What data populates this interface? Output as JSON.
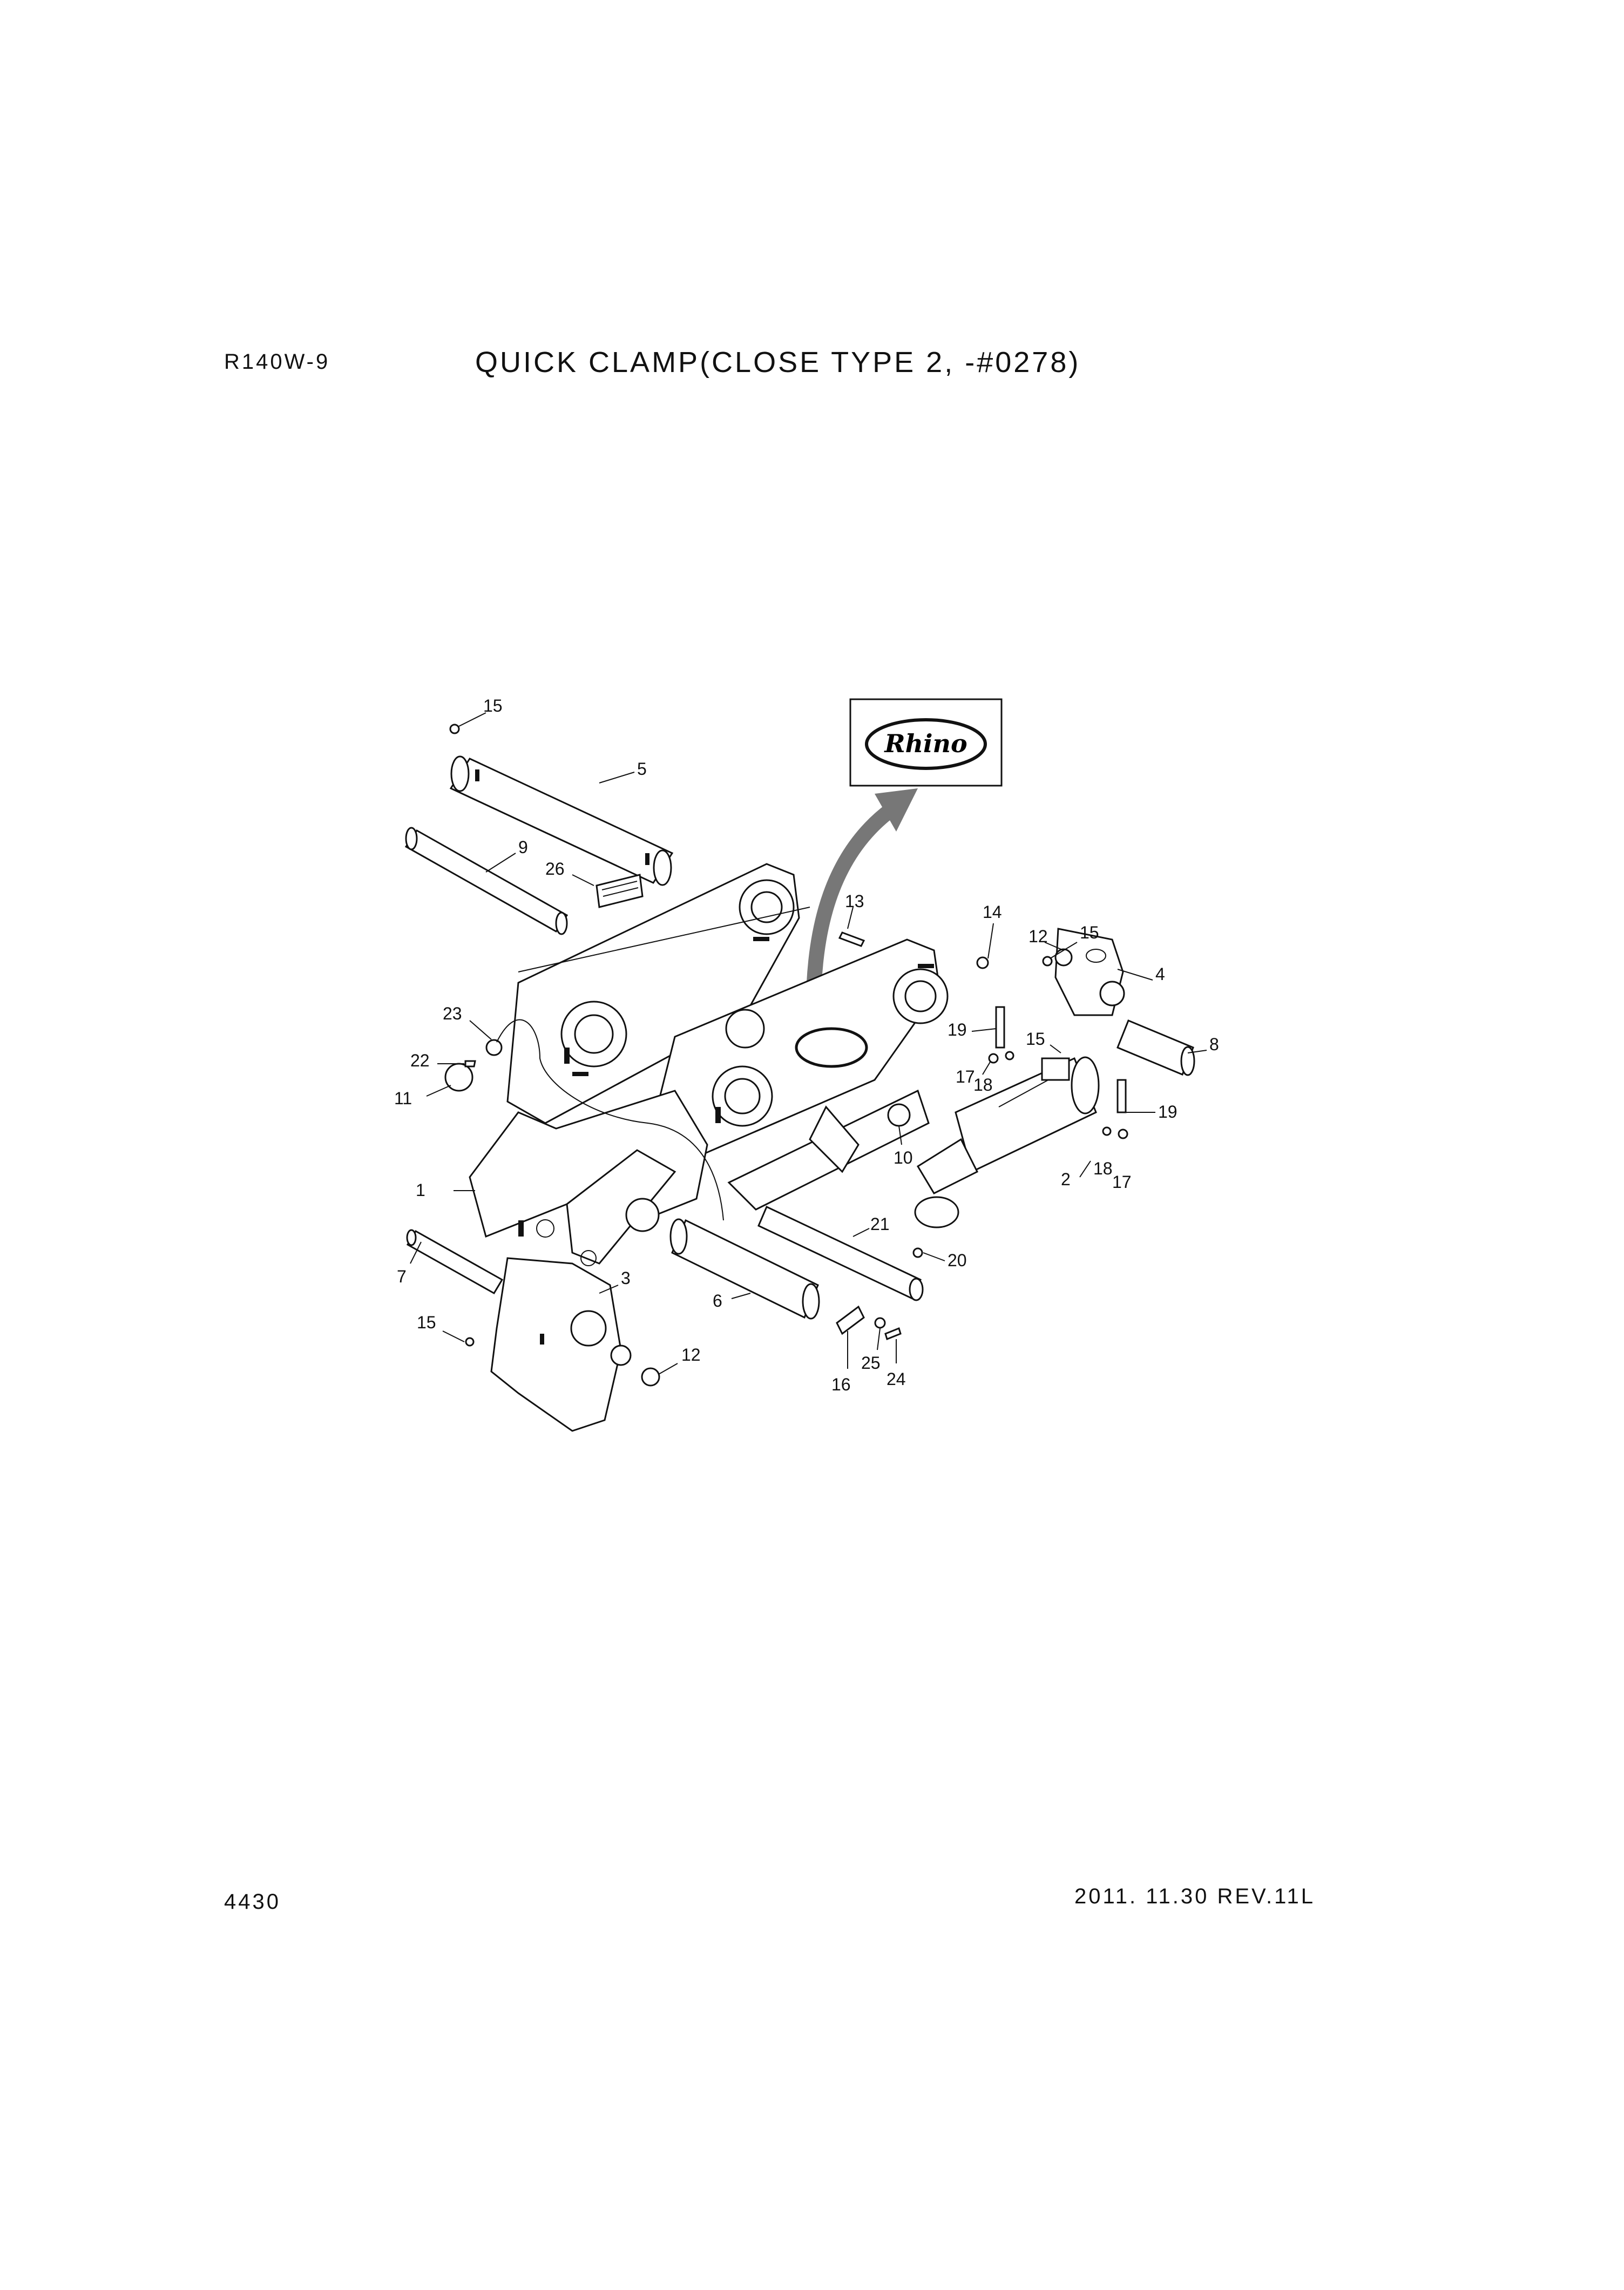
{
  "header": {
    "model": "R140W-9",
    "title": "QUICK CLAMP(CLOSE TYPE 2, -#0278)"
  },
  "footer": {
    "page": "4430",
    "revision": "2011. 11.30  REV.11L"
  },
  "logo": {
    "text": "Rhino"
  },
  "callouts": [
    {
      "n": "15"
    },
    {
      "n": "5"
    },
    {
      "n": "9"
    },
    {
      "n": "26"
    },
    {
      "n": "13"
    },
    {
      "n": "14"
    },
    {
      "n": "12"
    },
    {
      "n": "15"
    },
    {
      "n": "4"
    },
    {
      "n": "8"
    },
    {
      "n": "23"
    },
    {
      "n": "22"
    },
    {
      "n": "19"
    },
    {
      "n": "15"
    },
    {
      "n": "17"
    },
    {
      "n": "18"
    },
    {
      "n": "19"
    },
    {
      "n": "11"
    },
    {
      "n": "10"
    },
    {
      "n": "18"
    },
    {
      "n": "17"
    },
    {
      "n": "2"
    },
    {
      "n": "1"
    },
    {
      "n": "21"
    },
    {
      "n": "20"
    },
    {
      "n": "7"
    },
    {
      "n": "3"
    },
    {
      "n": "6"
    },
    {
      "n": "15"
    },
    {
      "n": "12"
    },
    {
      "n": "25"
    },
    {
      "n": "24"
    },
    {
      "n": "16"
    }
  ]
}
